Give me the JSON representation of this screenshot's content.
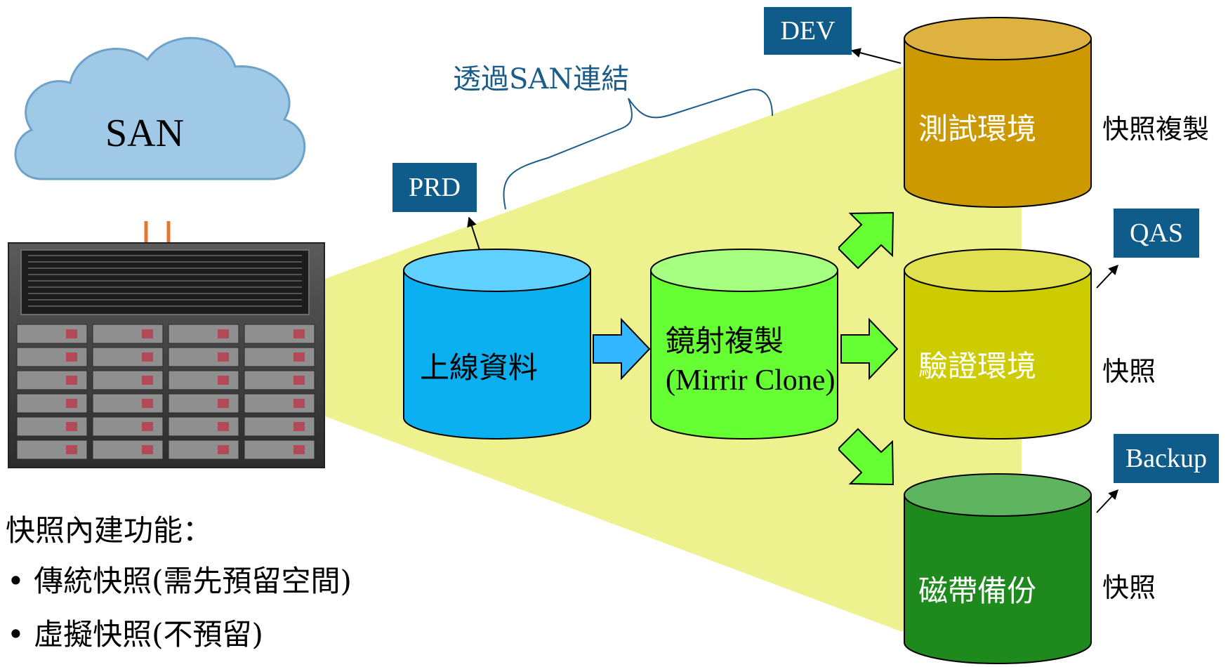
{
  "cloud": {
    "label": "SAN"
  },
  "link_label": "透過SAN連結",
  "tags": {
    "prd": "PRD",
    "dev": "DEV",
    "qas": "QAS",
    "backup": "Backup"
  },
  "cylinders": {
    "prod": "上線資料",
    "mirror_line1": "鏡射複製",
    "mirror_line2": "(Mirrir Clone)",
    "test": "測試環境",
    "verify": "驗證環境",
    "tape": "磁帶備份"
  },
  "side_notes": {
    "test": "快照複製",
    "verify": "快照",
    "tape": "快照"
  },
  "features": {
    "heading": "快照內建功能：",
    "items": [
      "傳統快照(需先預留空間)",
      "虛擬快照(不預留)"
    ]
  },
  "colors": {
    "beam": "#eef28e",
    "prod": "#0ab0f0",
    "mirror": "#66ff33",
    "test": "#cc9900",
    "verify": "#cccc00",
    "tape": "#1e8a1e",
    "tag": "#0f5c8a",
    "link": "#1a5c8a"
  }
}
